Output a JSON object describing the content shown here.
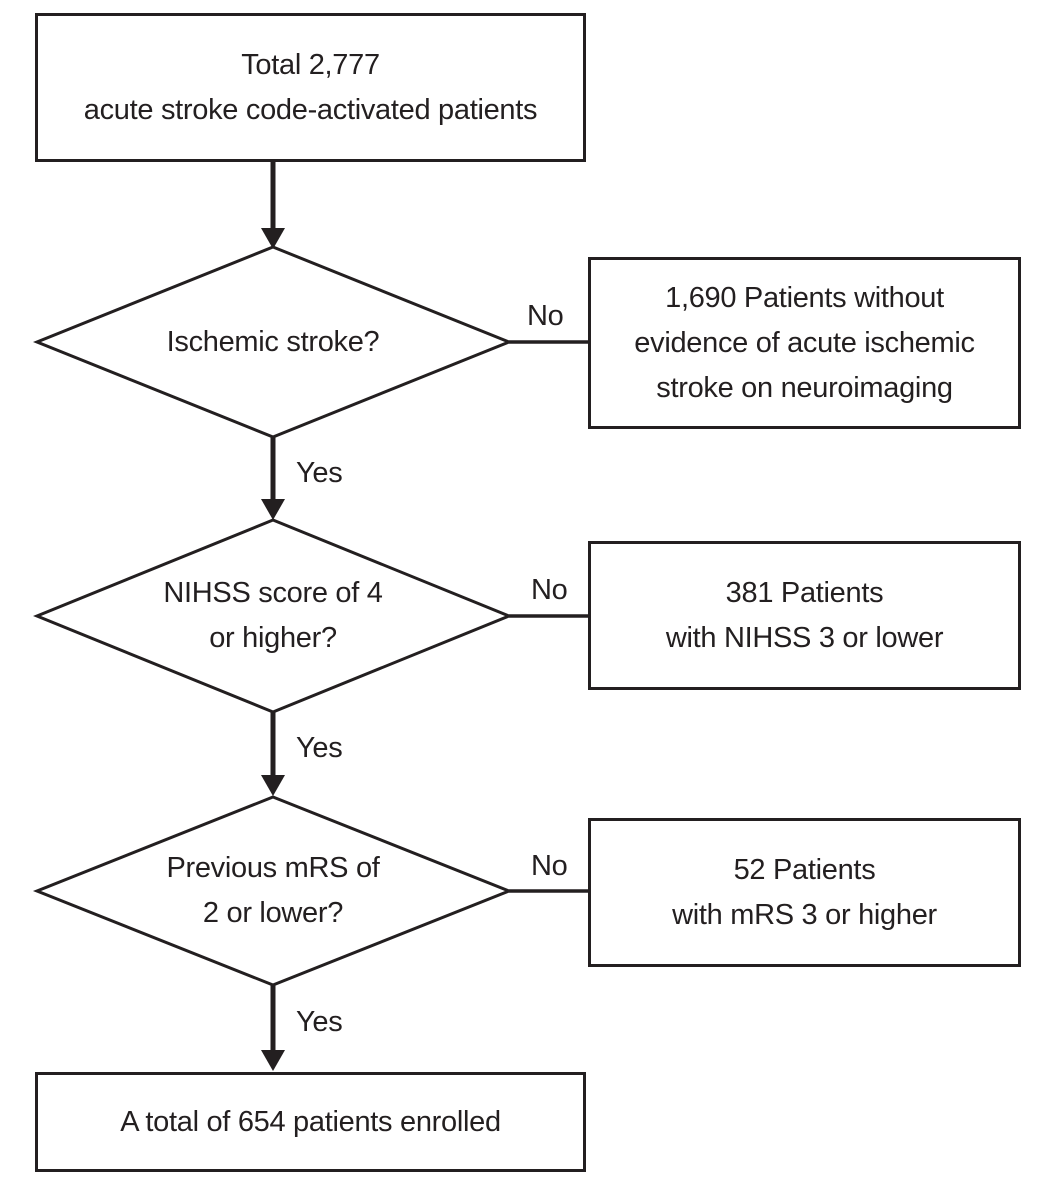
{
  "figure": {
    "background": "#ffffff",
    "line_color": "#231f20",
    "text_color": "#231f20"
  },
  "flowchart": {
    "start": {
      "lines": [
        "Total 2,777",
        "acute stroke code-activated patients"
      ]
    },
    "decisions": [
      {
        "question_lines": [
          "Ischemic stroke?"
        ],
        "no_label": "No",
        "yes_label": "Yes",
        "exclusion_lines": [
          "1,690 Patients without",
          "evidence of acute ischemic",
          "stroke on neuroimaging"
        ]
      },
      {
        "question_lines": [
          "NIHSS score of 4",
          "or higher?"
        ],
        "no_label": "No",
        "yes_label": "Yes",
        "exclusion_lines": [
          "381 Patients",
          "with NIHSS 3 or lower"
        ]
      },
      {
        "question_lines": [
          "Previous mRS of",
          "2 or lower?"
        ],
        "no_label": "No",
        "yes_label": "Yes",
        "exclusion_lines": [
          "52 Patients",
          "with mRS 3 or higher"
        ]
      }
    ],
    "end": {
      "lines": [
        "A total of 654 patients enrolled"
      ]
    }
  }
}
